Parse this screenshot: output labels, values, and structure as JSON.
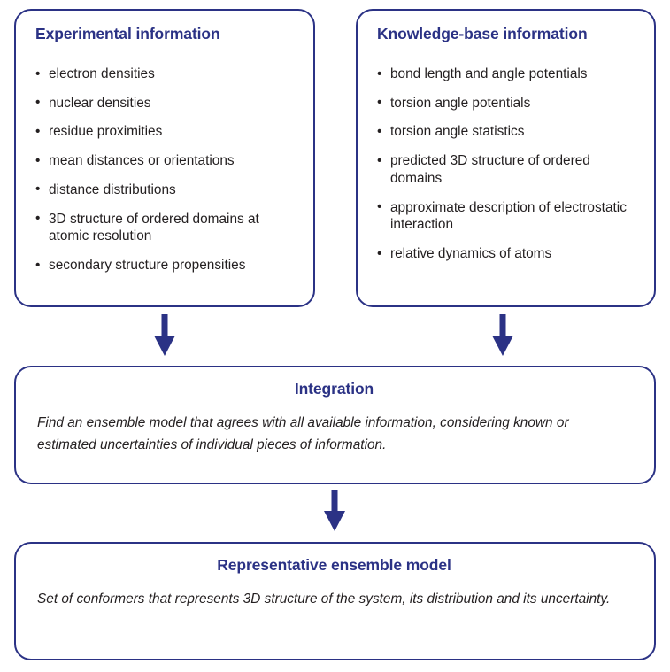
{
  "theme": {
    "border_color": "#2b3285",
    "heading_color": "#2b3285",
    "text_color": "#231f20",
    "arrow_color": "#2b3285",
    "background": "#ffffff"
  },
  "diagram": {
    "type": "flowchart",
    "orientation": "top-to-bottom",
    "nodes": [
      {
        "id": "experimental",
        "title": "Experimental information",
        "title_align": "left",
        "items": [
          "electron densities",
          "nuclear densities",
          "residue proximities",
          "mean distances or orientations",
          "distance distributions",
          "3D structure of ordered domains at atomic resolution",
          "secondary structure propensities"
        ]
      },
      {
        "id": "knowledge",
        "title": "Knowledge-base information",
        "title_align": "left",
        "items": [
          "bond length and angle potentials",
          "torsion angle potentials",
          "torsion angle statistics",
          "predicted 3D structure of ordered domains",
          "approximate description of electrostatic interaction",
          "relative dynamics of atoms"
        ]
      },
      {
        "id": "integration",
        "title": "Integration",
        "title_align": "center",
        "body": "Find an ensemble model that agrees with all available information, considering known or estimated uncertainties of individual pieces of information."
      },
      {
        "id": "representative",
        "title": "Representative ensemble model",
        "title_align": "center",
        "body": "Set of conformers that represents 3D structure of the system, its distribution and its uncertainty."
      }
    ],
    "edges": [
      {
        "id": "arrow-left",
        "icon": "arrow-down-icon",
        "from": "experimental",
        "to": "integration"
      },
      {
        "id": "arrow-right",
        "icon": "arrow-down-icon",
        "from": "knowledge",
        "to": "integration"
      },
      {
        "id": "arrow-mid",
        "icon": "arrow-down-icon",
        "from": "integration",
        "to": "representative"
      }
    ]
  }
}
